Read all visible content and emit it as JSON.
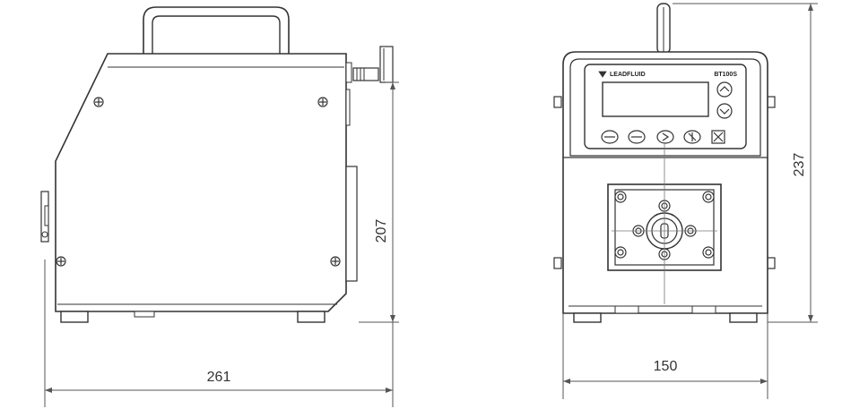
{
  "drawing": {
    "side_view": {
      "width_dimension": "261",
      "height_dimension": "207"
    },
    "front_view": {
      "width_dimension": "150",
      "height_dimension": "237",
      "panel_brand": "LEADFLUID",
      "panel_model": "BT100S"
    }
  },
  "colors": {
    "line": "#333333",
    "fill": "#ffffff",
    "dim": "#555555"
  }
}
